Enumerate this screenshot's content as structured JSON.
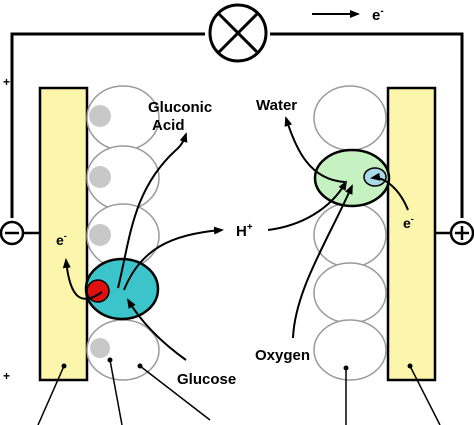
{
  "labels": {
    "electron_flow": "e",
    "electron_flow_sup": "-",
    "gluconic_acid_line1": "Gluconic",
    "gluconic_acid_line2": "Acid",
    "water": "Water",
    "proton": "H",
    "proton_sup": "+",
    "electron_left": "e",
    "electron_left_sup": "-",
    "electron_right": "e",
    "electron_right_sup": "-",
    "oxygen": "Oxygen",
    "glucose": "Glucose",
    "plus_top_left": "+",
    "plus_bottom_left": "+"
  },
  "colors": {
    "electrode_fill": "#fbf6ab",
    "enzyme_cyan": "#3cc4cb",
    "active_site_red": "#e01010",
    "cathode_enzyme_green": "#c6f2c2",
    "oxygen_site_blue": "#a9d8e6",
    "site_grey": "#c8c8c8",
    "line_grey": "#808080"
  }
}
